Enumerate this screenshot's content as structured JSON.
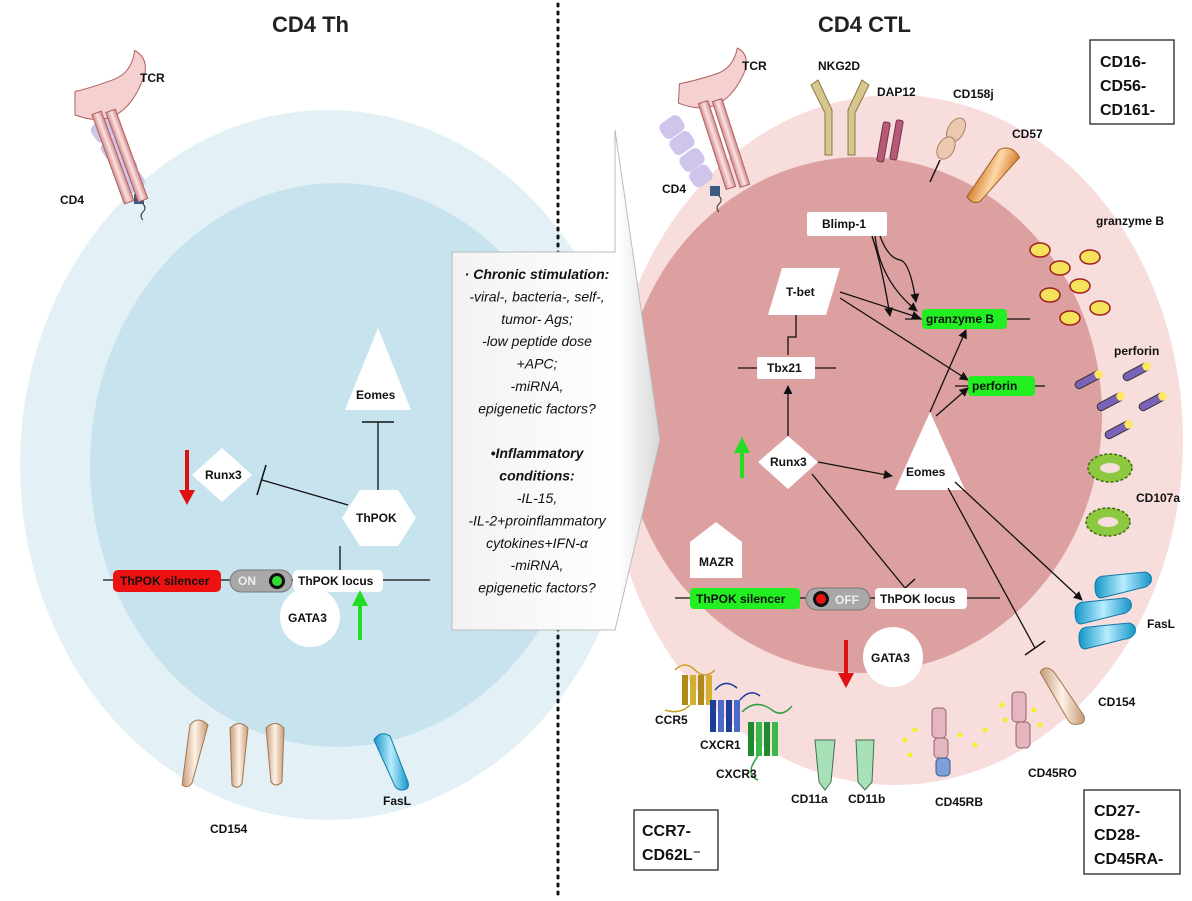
{
  "titles": {
    "left": "CD4 Th",
    "right": "CD4 CTL"
  },
  "left_cell": {
    "tcr": "TCR",
    "cd4": "CD4",
    "eomes": "Eomes",
    "runx3": "Runx3",
    "thpok": "ThPOK",
    "thpok_silencer": "ThPOK silencer",
    "on": "ON",
    "thpok_locus": "ThPOK locus",
    "gata3": "GATA3",
    "cd154": "CD154",
    "fasl": "FasL"
  },
  "middle": {
    "lines": [
      {
        "text": "· Chronic stimulation:",
        "bold": true
      },
      {
        "text": "-viral-, bacteria-, self-,",
        "bold": false
      },
      {
        "text": "tumor- Ags;",
        "bold": false
      },
      {
        "text": "-low peptide dose",
        "bold": false
      },
      {
        "text": "+APC;",
        "bold": false
      },
      {
        "text": "-miRNA,",
        "bold": false
      },
      {
        "text": "epigenetic factors?",
        "bold": false
      },
      {
        "text": "",
        "bold": false
      },
      {
        "text": "•Inflammatory",
        "bold": true
      },
      {
        "text": "conditions:",
        "bold": true
      },
      {
        "text": "-IL-15,",
        "bold": false
      },
      {
        "text": "-IL-2+proinflammatory",
        "bold": false
      },
      {
        "text": "cytokines+IFN-α",
        "bold": false
      },
      {
        "text": "-miRNA,",
        "bold": false
      },
      {
        "text": "epigenetic factors?",
        "bold": false
      }
    ]
  },
  "right_cell": {
    "tcr": "TCR",
    "cd4": "CD4",
    "nkg2d": "NKG2D",
    "dap12": "DAP12",
    "cd158j": "CD158j",
    "cd57": "CD57",
    "blimp1": "Blimp-1",
    "tbet": "T-bet",
    "granzyme_gene": "granzyme B",
    "tbx21": "Tbx21",
    "perforin_gene": "perforin",
    "runx3": "Runx3",
    "eomes": "Eomes",
    "mazr": "MAZR",
    "thpok_silencer": "ThPOK silencer",
    "off": "OFF",
    "thpok_locus": "ThPOK locus",
    "gata3": "GATA3",
    "granzyme_b": "granzyme B",
    "perforin": "perforin",
    "cd107a": "CD107a",
    "fasl": "FasL",
    "cd154": "CD154",
    "cd45ro": "CD45RO",
    "cd45rb": "CD45RB",
    "cd11a": "CD11a",
    "cd11b": "CD11b",
    "ccr5": "CCR5",
    "cxcr1": "CXCR1",
    "cxcr3": "CXCR3"
  },
  "boxes": {
    "top_right": [
      "CD16-",
      "CD56-",
      "CD161-"
    ],
    "bottom_left": [
      "CCR7-",
      "CD62L⁻"
    ],
    "bottom_right": [
      "CD27-",
      "CD28-",
      "CD45RA-"
    ]
  },
  "colors": {
    "left_outer": "#e3f1f6",
    "left_inner": "#c7e4ee",
    "right_outer": "#f7dedd",
    "right_inner": "#dda0a0",
    "green_box": "#22ee22",
    "red_box": "#ee1111"
  }
}
